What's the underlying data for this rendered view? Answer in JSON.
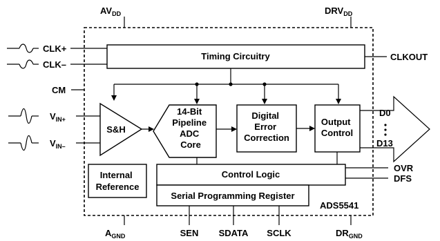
{
  "pins": {
    "top": {
      "avdd": {
        "main": "AV",
        "sub": "DD"
      },
      "drvdd": {
        "main": "DRV",
        "sub": "DD"
      }
    },
    "left": {
      "clk_p": "CLK+",
      "clk_m": "CLK–",
      "cm": "CM",
      "vin_p": {
        "main": "V",
        "sub": "IN+"
      },
      "vin_m": {
        "main": "V",
        "sub": "IN–"
      }
    },
    "right": {
      "clkout": "CLKOUT",
      "d0": "D0",
      "d13": "D13",
      "ovr": "OVR",
      "dfs": "DFS"
    },
    "bottom": {
      "agnd": {
        "main": "A",
        "sub": "GND"
      },
      "sen": "SEN",
      "sdata": "SDATA",
      "sclk": "SCLK",
      "drgnd": {
        "main": "DR",
        "sub": "GND"
      }
    }
  },
  "blocks": {
    "timing": "Timing Circuitry",
    "sh": "S&H",
    "adc": [
      "14-Bit",
      "Pipeline",
      "ADC",
      "Core"
    ],
    "dec": [
      "Digital",
      "Error",
      "Correction"
    ],
    "out": [
      "Output",
      "Control"
    ],
    "ref": [
      "Internal",
      "Reference"
    ],
    "ctrl": "Control Logic",
    "spr": "Serial Programming Register"
  },
  "part_number": "ADS5541"
}
